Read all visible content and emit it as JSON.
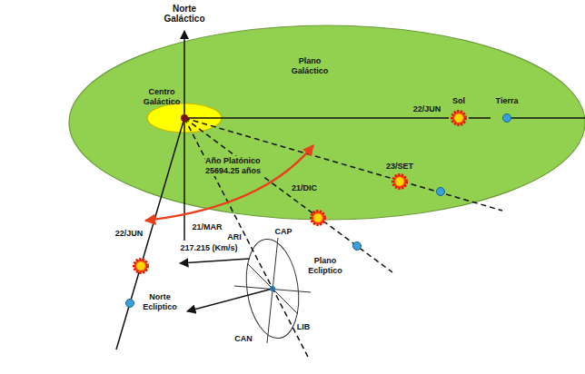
{
  "diagram": {
    "nodes": [
      {
        "text": [
          "Plano Galáctico"
        ]
      },
      {
        "text": [
          "Centro Galáctico"
        ],
        "in": 0
      },
      {
        "text": [
          "Sol"
        ],
        "in": 0
      },
      {
        "text": [
          "Tierra"
        ],
        "in": 0
      }
    ],
    "edges": [
      {
        "from": 1,
        "to": 2,
        "arrow": "none"
      },
      {
        "from": 2,
        "to": 3,
        "arrow": "none"
      }
    ],
    "labels": [
      "Norte Galáctico",
      "22/JUN",
      "Año Platónico 25694.25 años",
      "23/SET",
      "21/DIC",
      "22/JUN",
      "21/MAR",
      "217.215 (Km/s)",
      "ARI",
      "CAP",
      "Plano Ecliptico",
      "Norte Ecliptico",
      "CAN",
      "LIB"
    ]
  }
}
